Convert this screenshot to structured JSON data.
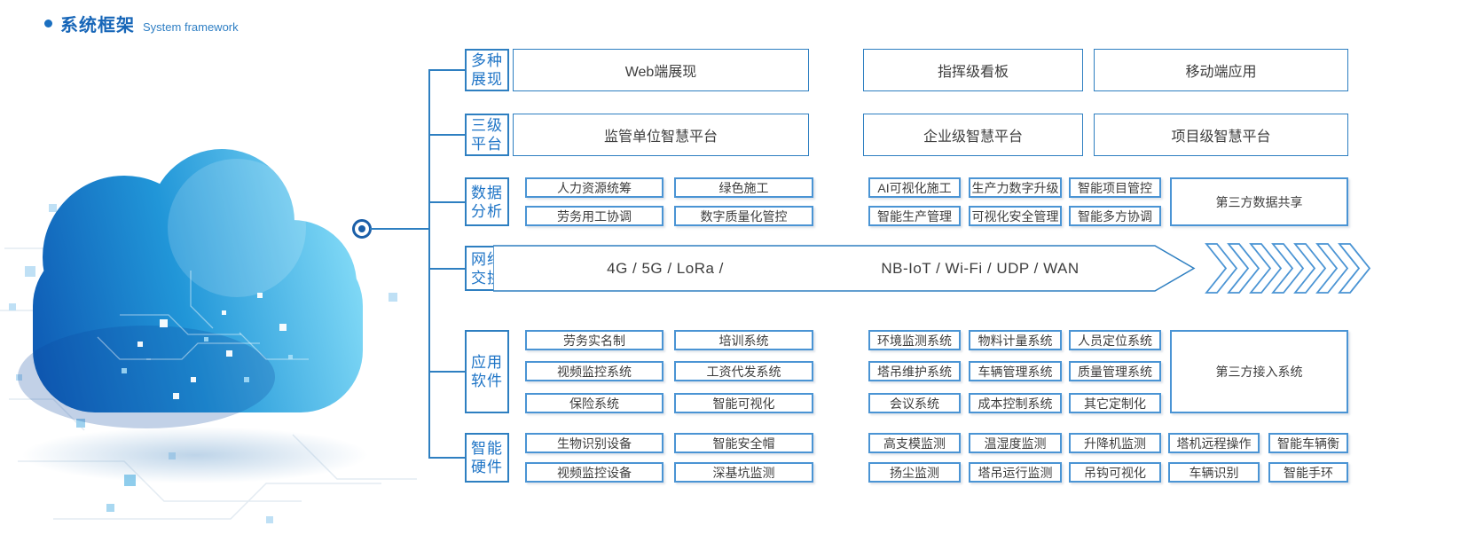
{
  "title": {
    "zh": "系统框架",
    "en": "System framework"
  },
  "colors": {
    "accent_blue": "#1a6fc0",
    "box_border_dark": "#2e7fc1",
    "box_border_light": "#4a94d4",
    "body_text": "#3d3d3d"
  },
  "rows": {
    "r1": {
      "label": "多种展现",
      "items": [
        "Web端展现",
        "指挥级看板",
        "移动端应用"
      ]
    },
    "r2": {
      "label": "三级平台",
      "items": [
        "监管单位智慧平台",
        "企业级智慧平台",
        "项目级智慧平台"
      ]
    },
    "r3": {
      "label": "数据分析",
      "items": [
        "人力资源统筹",
        "绿色施工",
        "AI可视化施工",
        "生产力数字升级",
        "智能项目管控",
        "劳务用工协调",
        "数字质量化管控",
        "智能生产管理",
        "可视化安全管理",
        "智能多方协调",
        "第三方数据共享"
      ]
    },
    "r4": {
      "label": "网络交换",
      "text_left": "4G / 5G / LoRa /",
      "text_right": "NB-IoT / Wi-Fi / UDP / WAN"
    },
    "r5": {
      "label": "应用软件",
      "items": [
        "劳务实名制",
        "培训系统",
        "环境监测系统",
        "物料计量系统",
        "人员定位系统",
        "视频监控系统",
        "工资代发系统",
        "塔吊维护系统",
        "车辆管理系统",
        "质量管理系统",
        "保险系统",
        "智能可视化",
        "会议系统",
        "成本控制系统",
        "其它定制化",
        "第三方接入系统"
      ]
    },
    "r6": {
      "label": "智能硬件",
      "items": [
        "生物识别设备",
        "智能安全帽",
        "高支模监测",
        "温湿度监测",
        "升降机监测",
        "塔机远程操作",
        "智能车辆衡",
        "视频监控设备",
        "深基坑监测",
        "扬尘监测",
        "塔吊运行监测",
        "吊钩可视化",
        "车辆识别",
        "智能手环"
      ]
    }
  }
}
